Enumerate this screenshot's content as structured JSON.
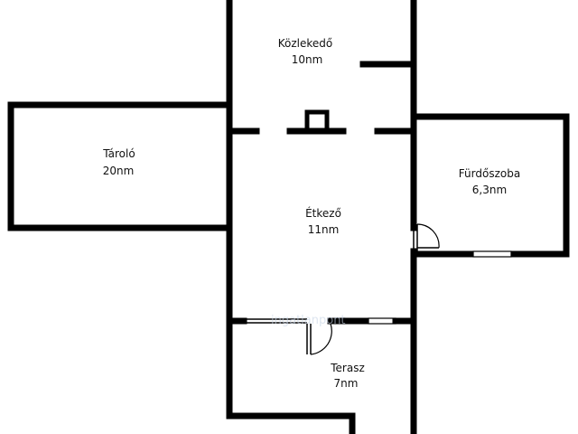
{
  "rooms": [
    {
      "id": "kozlekedo",
      "name": "Közlekedő",
      "area": "10nm"
    },
    {
      "id": "tarolo",
      "name": "Tároló",
      "area": "20nm"
    },
    {
      "id": "furdoszoba",
      "name": "Fürdőszoba",
      "area": "6,3nm"
    },
    {
      "id": "etkezo",
      "name": "Étkező",
      "area": "11nm"
    },
    {
      "id": "terasz",
      "name": "Terasz",
      "area": "7nm"
    }
  ],
  "watermark": "ingatlanpont",
  "colors": {
    "wall": "#000000",
    "background": "#ffffff",
    "watermark": "#c8d4e6"
  }
}
